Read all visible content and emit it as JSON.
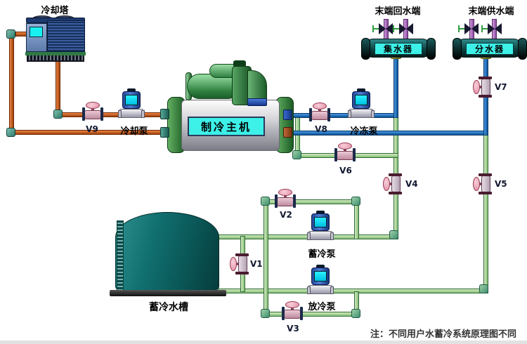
{
  "note": "注：不同用户水蓄冷系统原理图不同",
  "equipment": {
    "cooling_tower": "冷却塔",
    "chiller": "制冷主机",
    "storage_tank": "蓄冷水槽",
    "collector": "集水器",
    "distributor": "分水器",
    "terminal_return": "末端回水端",
    "terminal_supply": "末端供水端"
  },
  "pumps": {
    "cooling": "冷却泵",
    "chilled": "冷冻泵",
    "storage": "蓄冷泵",
    "discharge": "放冷泵"
  },
  "valves": {
    "v1": "V1",
    "v2": "V2",
    "v3": "V3",
    "v4": "V4",
    "v5": "V5",
    "v6": "V6",
    "v7": "V7",
    "v8": "V8",
    "v9": "V9"
  },
  "colors": {
    "condenser_pipe": "#b5521a",
    "chilled_pipe": "#1d6fc0",
    "storage_pipe": "#a6d496",
    "terminal_riser": "#b070c8",
    "valve_handle": "#f0aebc",
    "pump_body": "#3a67c8",
    "pump_window": "#20e8ff",
    "equipment_plate": "#3df0e8",
    "tank_body": "#0a5c5c"
  }
}
